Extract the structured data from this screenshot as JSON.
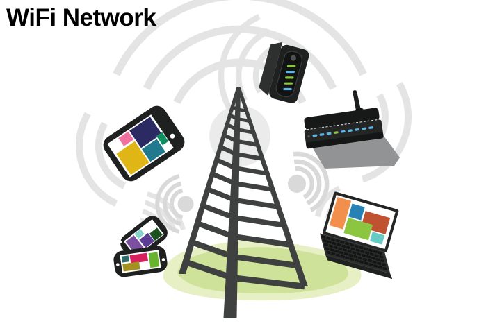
{
  "title": "WiFi Network",
  "diagram": {
    "kind": "wifi-network-illustration",
    "tower": {
      "name": "radio-tower"
    },
    "devices": {
      "tablet": {
        "name": "tablet"
      },
      "modem": {
        "name": "cable-modem",
        "leds": [
          "green",
          "blue",
          "green",
          "green",
          "blue"
        ]
      },
      "router": {
        "name": "wireless-router",
        "leds": [
          "blue",
          "blue",
          "blue",
          "green",
          "blue",
          "blue",
          "blue",
          "blue",
          "blue"
        ]
      },
      "laptop": {
        "name": "laptop"
      },
      "smartphones": {
        "name": "smartphones",
        "count": 2
      }
    },
    "wifi_signals": [
      "tower-apex",
      "tablet",
      "modem",
      "router",
      "laptop",
      "smartphones",
      "left-hotspot",
      "right-hotspot"
    ]
  },
  "theme": {
    "background": "#ffffff",
    "title": "#000000",
    "tower": "#3f4040",
    "ground": "#cfe29a",
    "ground_light": "#e7efc5",
    "arc": "#e4e4e4",
    "arc_light": "#ebebeb",
    "dot": "#d9d9d9",
    "body": "#1f2020",
    "bezel": "#ffffff",
    "shadow": "#919394",
    "led_green": "#8cc63f",
    "led_blue": "#5cb5e8",
    "tab_pink": "#f0709f",
    "tab_navy": "#2b2a63",
    "tab_gold": "#dfb616",
    "tab_teal": "#20798c",
    "tab_green": "#0e9061",
    "lap_orange": "#f28f4c",
    "lap_blue": "#2781b5",
    "lap_rust": "#c05232",
    "lap_green": "#8cc640",
    "lap_teal": "#66cbc4",
    "ph_teal": "#85d1c9",
    "ph_purple": "#7c50a1",
    "ph_violet": "#5b3d95",
    "ph_dkgreen": "#1a4f1f",
    "ph_dkteal": "#2c6a6b",
    "ph_crimson": "#d7205e",
    "ph_olive": "#a3921f",
    "ph_green": "#68b42e"
  }
}
